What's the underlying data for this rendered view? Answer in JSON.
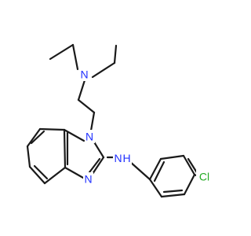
{
  "molecule": {
    "atoms": [
      {
        "id": "n-amine-top",
        "label": "N",
        "color": "#2030ff"
      },
      {
        "id": "n-ring-1",
        "label": "N",
        "color": "#2030ff"
      },
      {
        "id": "n-ring-3",
        "label": "N",
        "color": "#2030ff"
      },
      {
        "id": "nh-link",
        "label": "N",
        "sub": "H",
        "color": "#2030ff"
      },
      {
        "id": "chlorine",
        "label": "Cl",
        "color": "#22aa22"
      }
    ],
    "bond_color": "#1a1a1a"
  }
}
